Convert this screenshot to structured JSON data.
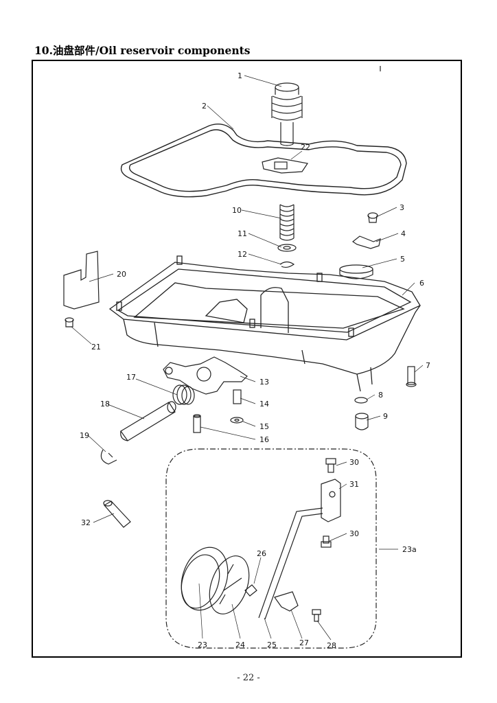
{
  "page": {
    "title": "10.油盘部件/Oil reservoir components",
    "page_number": "- 22 -"
  },
  "callouts": [
    "1",
    "2",
    "22",
    "10",
    "3",
    "4",
    "11",
    "12",
    "5",
    "20",
    "6",
    "21",
    "13",
    "17",
    "18",
    "14",
    "15",
    "16",
    "19",
    "9",
    "8",
    "7",
    "30",
    "31",
    "32",
    "30",
    "23a",
    "26",
    "23",
    "24",
    "25",
    "27",
    "28"
  ]
}
